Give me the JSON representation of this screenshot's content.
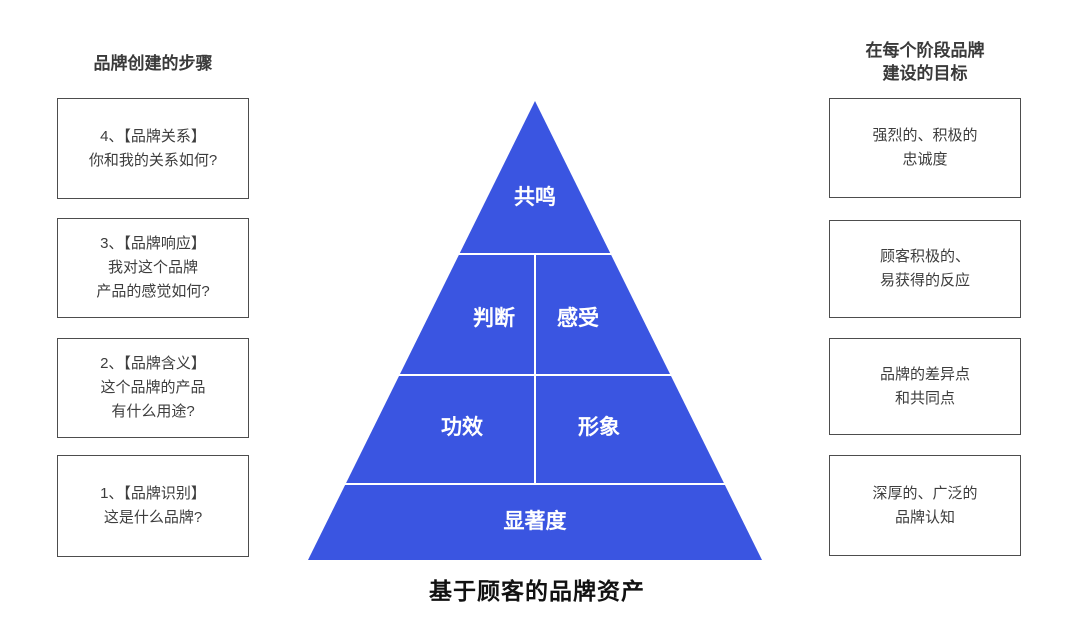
{
  "colors": {
    "pyramid_blue": "#3A55E1",
    "divider_white": "#FFFFFF",
    "box_border": "#4D4D4D",
    "box_text": "#3D3D3D",
    "title_text": "#3A3A3A",
    "caption_text": "#111111"
  },
  "left_panel": {
    "title": "品牌创建的步骤",
    "boxes": [
      {
        "lines": [
          "4、【品牌关系】",
          "你和我的关系如何?"
        ]
      },
      {
        "lines": [
          "3、【品牌响应】",
          "我对这个品牌",
          "产品的感觉如何?"
        ]
      },
      {
        "lines": [
          "2、【品牌含义】",
          "这个品牌的产品",
          "有什么用途?"
        ]
      },
      {
        "lines": [
          "1、【品牌识别】",
          "这是什么品牌?"
        ]
      }
    ]
  },
  "pyramid": {
    "levels": [
      {
        "labels": [
          "共鸣"
        ]
      },
      {
        "labels": [
          "判断",
          "感受"
        ]
      },
      {
        "labels": [
          "功效",
          "形象"
        ]
      },
      {
        "labels": [
          "显著度"
        ]
      }
    ]
  },
  "right_panel": {
    "title_lines": [
      "在每个阶段品牌",
      "建设的目标"
    ],
    "boxes": [
      {
        "lines": [
          "强烈的、积极的",
          "忠诚度"
        ]
      },
      {
        "lines": [
          "顾客积极的、",
          "易获得的反应"
        ]
      },
      {
        "lines": [
          "品牌的差异点",
          "和共同点"
        ]
      },
      {
        "lines": [
          "深厚的、广泛的",
          "品牌认知"
        ]
      }
    ]
  },
  "caption": "基于顾客的品牌资产"
}
